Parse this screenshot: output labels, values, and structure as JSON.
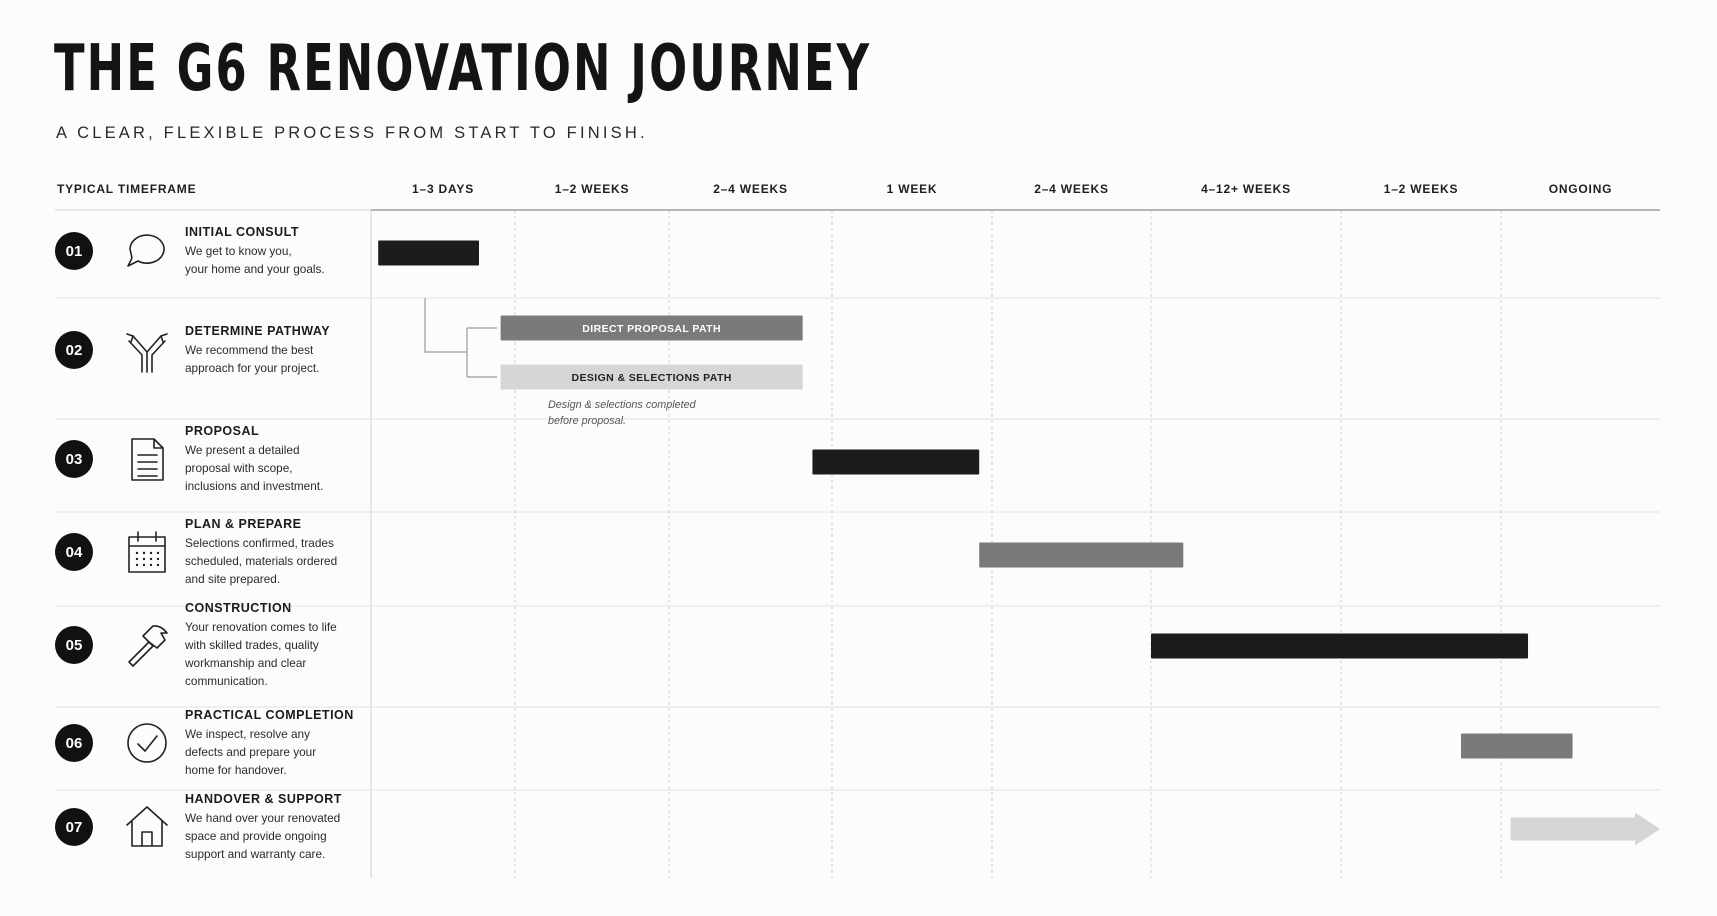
{
  "title": "THE G6 RENOVATION JOURNEY",
  "subtitle": "A CLEAR, FLEXIBLE PROCESS FROM START TO FINISH.",
  "timeframe_header": "TYPICAL TIMEFRAME",
  "columns": [
    "1–3 DAYS",
    "1–2 WEEKS",
    "2–4 WEEKS",
    "1 WEEK",
    "2–4 WEEKS",
    "4–12+ WEEKS",
    "1–2 WEEKS",
    "ONGOING"
  ],
  "colors": {
    "dark": "#1c1c1c",
    "mid": "#7a7a7a",
    "light": "#d6d6d6",
    "badge": "#111111",
    "grid": "#d0d0d0"
  },
  "phases": [
    {
      "num": "01",
      "title": "INITIAL CONSULT",
      "icon": "speech-bubble-icon",
      "desc": [
        "We get to know you,",
        "your home and your goals."
      ]
    },
    {
      "num": "02",
      "title": "DETERMINE PATHWAY",
      "icon": "fork-arrows-icon",
      "desc": [
        "We recommend the best",
        "approach for your project."
      ]
    },
    {
      "num": "03",
      "title": "PROPOSAL",
      "icon": "document-icon",
      "desc": [
        "We present a detailed",
        "proposal with scope,",
        "inclusions and investment."
      ]
    },
    {
      "num": "04",
      "title": "PLAN & PREPARE",
      "icon": "calendar-icon",
      "desc": [
        "Selections confirmed, trades",
        "scheduled, materials ordered",
        "and site prepared."
      ]
    },
    {
      "num": "05",
      "title": "CONSTRUCTION",
      "icon": "hammer-icon",
      "desc": [
        "Your renovation comes to life",
        "with skilled trades, quality",
        "workmanship and clear",
        "communication."
      ]
    },
    {
      "num": "06",
      "title": "PRACTICAL COMPLETION",
      "icon": "check-circle-icon",
      "desc": [
        "We inspect, resolve any",
        "defects and prepare your",
        "home for handover."
      ]
    },
    {
      "num": "07",
      "title": "HANDOVER & SUPPORT",
      "icon": "house-icon",
      "desc": [
        "We hand over your renovated",
        "space and provide ongoing",
        "support and warranty care."
      ]
    }
  ],
  "paths": {
    "direct": "DIRECT PROPOSAL PATH",
    "design": "DESIGN & SELECTIONS PATH",
    "note": [
      "Design & selections completed",
      "before proposal."
    ]
  },
  "chart_data": {
    "type": "gantt",
    "title": "THE G6 RENOVATION JOURNEY",
    "columns": [
      "1–3 DAYS",
      "1–2 WEEKS",
      "2–4 WEEKS",
      "1 WEEK",
      "2–4 WEEKS",
      "4–12+ WEEKS",
      "1–2 WEEKS",
      "ONGOING"
    ],
    "bars": [
      {
        "phase": "01",
        "start_col": 0.05,
        "end_col": 0.75,
        "shade": "dark",
        "label": ""
      },
      {
        "phase": "02",
        "start_col": 0.9,
        "end_col": 2.82,
        "shade": "mid",
        "label": "DIRECT PROPOSAL PATH",
        "lane": 0
      },
      {
        "phase": "02",
        "start_col": 0.9,
        "end_col": 2.82,
        "shade": "light",
        "label": "DESIGN & SELECTIONS PATH",
        "lane": 1
      },
      {
        "phase": "03",
        "start_col": 2.88,
        "end_col": 3.92,
        "shade": "dark",
        "label": ""
      },
      {
        "phase": "04",
        "start_col": 3.92,
        "end_col": 5.17,
        "shade": "mid",
        "label": ""
      },
      {
        "phase": "05",
        "start_col": 5.0,
        "end_col": 7.17,
        "shade": "dark",
        "label": ""
      },
      {
        "phase": "06",
        "start_col": 6.75,
        "end_col": 7.45,
        "shade": "mid",
        "label": ""
      },
      {
        "phase": "07",
        "start_col": 7.06,
        "end_col": 8.0,
        "shade": "light",
        "label": "",
        "arrow": true
      }
    ]
  }
}
